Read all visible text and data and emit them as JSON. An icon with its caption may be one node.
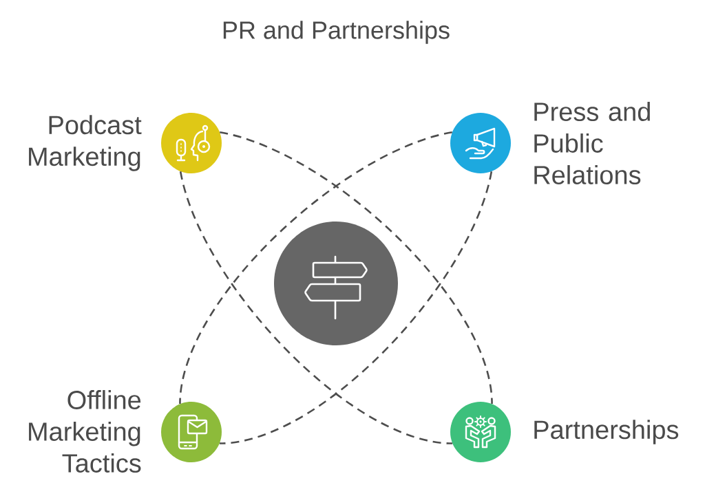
{
  "diagram": {
    "title": "PR and Partnerships",
    "nodes": [
      {
        "text": [
          "Podcast Marketing"
        ]
      },
      {
        "text": [
          "Press and Public Relations"
        ]
      },
      {
        "text": [],
        "shape": "circle"
      },
      {
        "text": [
          "Offline Marketing Tactics"
        ]
      },
      {
        "text": [
          "Partnerships"
        ]
      }
    ],
    "edges": [
      {
        "from": 0,
        "to": 4,
        "arrow": "none",
        "style": "dashed"
      },
      {
        "from": 0,
        "to": 4,
        "arrow": "none",
        "style": "dashed"
      },
      {
        "from": 1,
        "to": 3,
        "arrow": "none",
        "style": "dashed"
      },
      {
        "from": 1,
        "to": 3,
        "arrow": "none",
        "style": "dashed"
      }
    ]
  }
}
